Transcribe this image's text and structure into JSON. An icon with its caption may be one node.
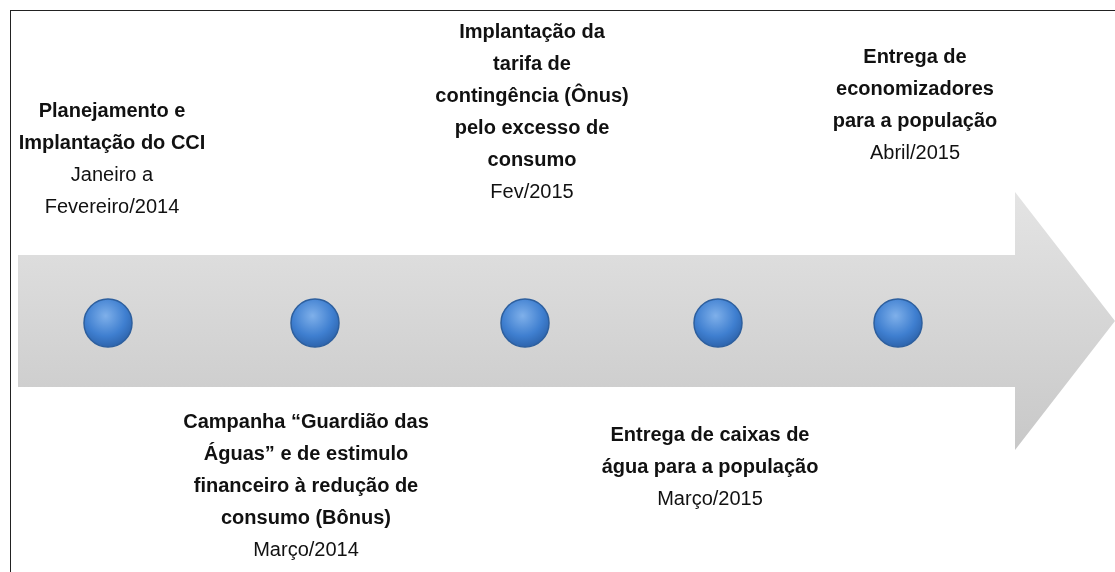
{
  "diagram": {
    "nodes": [
      {
        "text": [],
        "shape": "arrow"
      },
      {
        "text": [],
        "shape": "circle",
        "in": 0
      },
      {
        "text": [],
        "shape": "circle",
        "in": 0
      },
      {
        "text": [],
        "shape": "circle",
        "in": 0
      },
      {
        "text": [],
        "shape": "circle",
        "in": 0
      },
      {
        "text": [],
        "shape": "circle",
        "in": 0
      }
    ],
    "edges": [],
    "labels": [
      "Implantação da tarifa de contingência (Ônus) pelo excesso de consumo",
      "Fev/2015",
      "Entrega de economizadores para a população",
      "Abril/2015",
      "Planejamento e Implantação do CCI",
      "Janeiro a Fevereiro/2014",
      "Campanha “Guardião das Águas” e de estimulo financeiro à redução de consumo (Bônus)",
      "Março/2014",
      "Entrega de caixas de água para a população",
      "Março/2015"
    ]
  }
}
